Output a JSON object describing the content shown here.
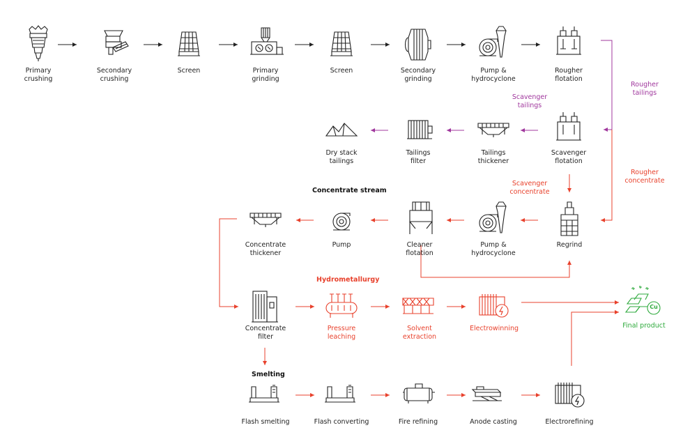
{
  "headings": {
    "concentrate_stream": "Concentrate stream",
    "hydrometallurgy": "Hydrometallurgy",
    "smelting": "Smelting"
  },
  "nodes": {
    "primary_crushing": "Primary\ncrushing",
    "secondary_crushing": "Secondary\ncrushing",
    "screen_1": "Screen",
    "primary_grinding": "Primary\ngrinding",
    "screen_2": "Screen",
    "secondary_grinding": "Secondary\ngrinding",
    "pump_hydrocyclone_1": "Pump &\nhydrocyclone",
    "rougher_flotation": "Rougher\nflotation",
    "dry_stack_tailings": "Dry stack\ntailings",
    "tailings_filter": "Tailings\nfilter",
    "tailings_thickener": "Tailings\nthickener",
    "scavenger_flotation": "Scavenger\nflotation",
    "concentrate_thickener": "Concentrate\nthickener",
    "pump": "Pump",
    "cleaner_flotation": "Cleaner\nflotation",
    "pump_hydrocyclone_2": "Pump &\nhydrocyclone",
    "regrind": "Regrind",
    "concentrate_filter": "Concentrate\nfilter",
    "pressure_leaching": "Pressure\nleaching",
    "solvent_extraction": "Solvent\nextraction",
    "electrowinning": "Electrowinning",
    "final_product": "Final product",
    "flash_smelting": "Flash smelting",
    "flash_converting": "Flash converting",
    "fire_refining": "Fire refining",
    "anode_casting": "Anode casting",
    "electrorefining": "Electrorefining"
  },
  "flows": {
    "rougher_tailings": "Rougher\ntailings",
    "rougher_concentrate": "Rougher\nconcentrate",
    "scavenger_tailings": "Scavenger\ntailings",
    "scavenger_concentrate": "Scavenger\nconcentrate"
  },
  "icons": {
    "cu_symbol": "Cu"
  },
  "colors": {
    "black": "#222222",
    "red": "#e8412c",
    "purple": "#a0379d",
    "green": "#2eaa3c"
  }
}
